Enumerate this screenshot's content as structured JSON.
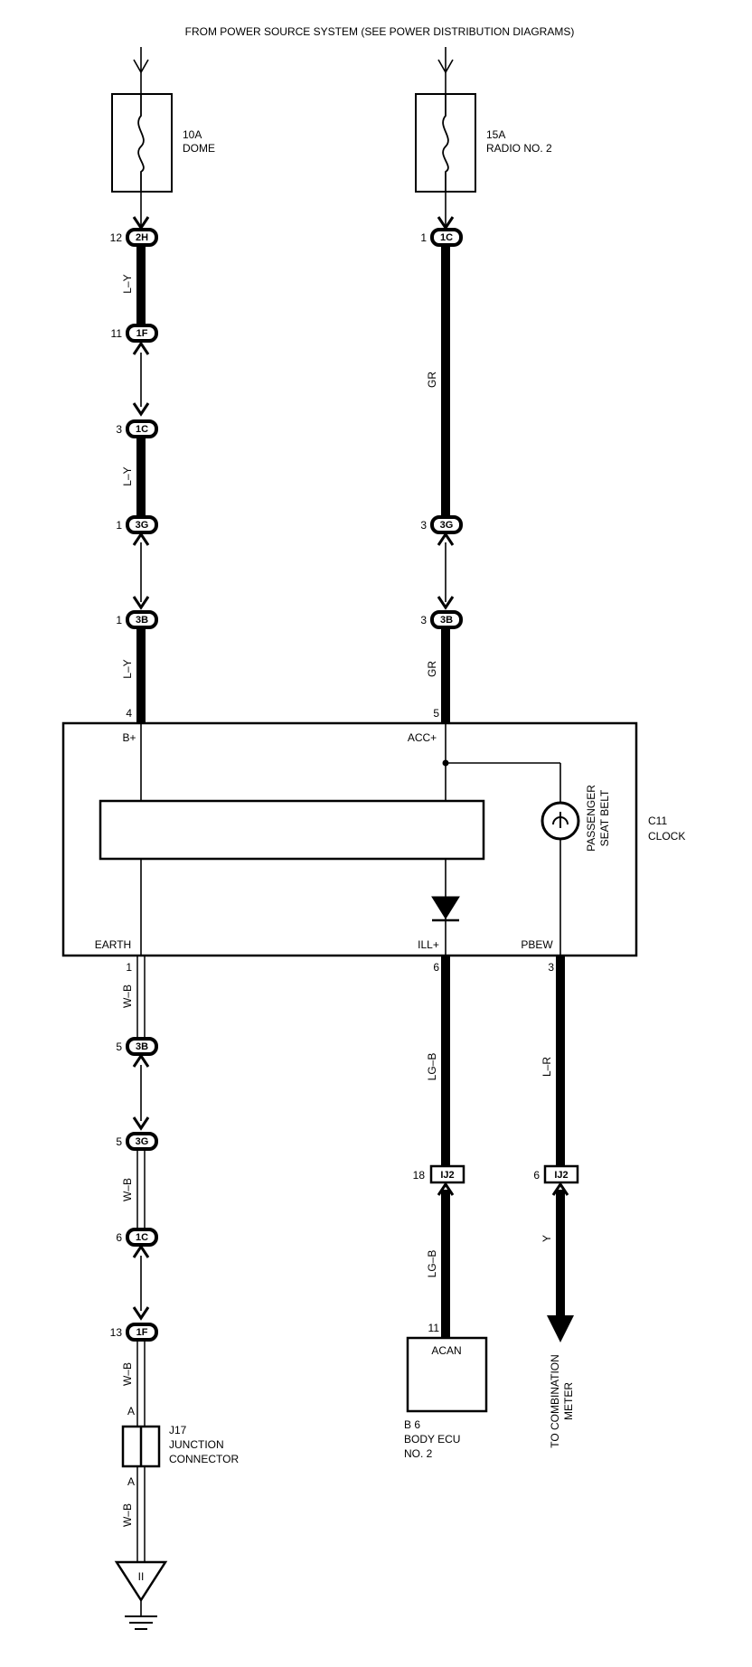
{
  "header": "FROM POWER SOURCE SYSTEM (SEE POWER DISTRIBUTION DIAGRAMS)",
  "fuses": [
    {
      "rating": "10A",
      "name": "DOME"
    },
    {
      "rating": "15A",
      "name": "RADIO NO. 2"
    }
  ],
  "left_column": {
    "connectors": [
      {
        "pin": "12",
        "code": "2H"
      },
      {
        "pin": "11",
        "code": "1F"
      },
      {
        "pin": "3",
        "code": "1C"
      },
      {
        "pin": "1",
        "code": "3G"
      },
      {
        "pin": "1",
        "code": "3B"
      },
      {
        "pin": "5",
        "code": "3B"
      },
      {
        "pin": "5",
        "code": "3G"
      },
      {
        "pin": "6",
        "code": "1C"
      },
      {
        "pin": "13",
        "code": "1F"
      }
    ],
    "wire_colors": [
      "L–Y",
      "L–Y",
      "L–Y",
      "W–B",
      "W–B",
      "W–B",
      "W–B"
    ]
  },
  "middle_column": {
    "connectors": [
      {
        "pin": "1",
        "code": "1C"
      },
      {
        "pin": "3",
        "code": "3G"
      },
      {
        "pin": "3",
        "code": "3B"
      }
    ],
    "wire_colors": [
      "GR",
      "GR"
    ]
  },
  "clock": {
    "code": "C11",
    "name": "CLOCK",
    "terminals": {
      "b_plus": {
        "pin": "4",
        "label": "B+"
      },
      "acc": {
        "pin": "5",
        "label": "ACC+"
      },
      "earth": {
        "pin": "1",
        "label": "EARTH"
      },
      "ill": {
        "pin": "6",
        "label": "ILL+"
      },
      "pbew": {
        "pin": "3",
        "label": "PBEW"
      }
    },
    "seat_belt_label": [
      "PASSENGER",
      "SEAT BELT"
    ]
  },
  "lower_middle": {
    "wire_colors": [
      "LG–B",
      "LG–B"
    ],
    "connector": {
      "pin": "18",
      "code": "IJ2"
    },
    "ecu": {
      "pin": "11",
      "terminal": "ACAN",
      "code": "B 6",
      "name_lines": [
        "BODY ECU",
        "NO. 2"
      ]
    }
  },
  "lower_right": {
    "wire_colors": [
      "L–R",
      "Y"
    ],
    "connector": {
      "pin": "6",
      "code": "IJ2"
    },
    "destination_lines": [
      "TO COMBINATION",
      "METER"
    ]
  },
  "junction": {
    "code": "J17",
    "name_lines": [
      "JUNCTION",
      "CONNECTOR"
    ],
    "pin_top": "A",
    "pin_bottom": "A"
  },
  "ground_symbol": "II"
}
